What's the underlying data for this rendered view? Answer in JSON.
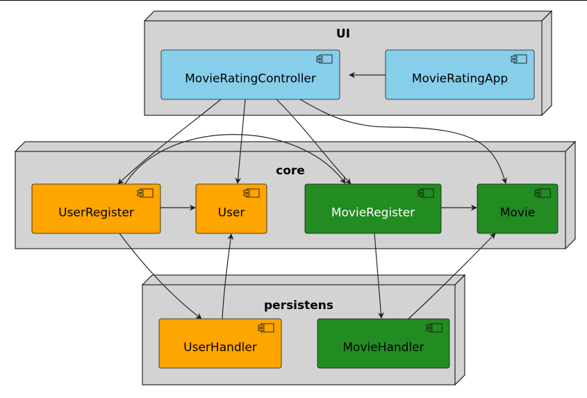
{
  "diagram": {
    "nodes": [
      {
        "id": "ui",
        "title": "UI"
      },
      {
        "id": "core",
        "title": "core"
      },
      {
        "id": "persistens",
        "title": "persistens"
      }
    ],
    "components": [
      {
        "id": "MovieRatingController",
        "label": "MovieRatingController",
        "fill": "#87CEEB",
        "text": "#000000"
      },
      {
        "id": "MovieRatingApp",
        "label": "MovieRatingApp",
        "fill": "#87CEEB",
        "text": "#000000"
      },
      {
        "id": "UserRegister",
        "label": "UserRegister",
        "fill": "#FFA500",
        "text": "#000000"
      },
      {
        "id": "User",
        "label": "User",
        "fill": "#FFA500",
        "text": "#000000"
      },
      {
        "id": "MovieRegister",
        "label": "MovieRegister",
        "fill": "#228B22",
        "text": "#FFFFFF"
      },
      {
        "id": "Movie",
        "label": "Movie",
        "fill": "#228B22",
        "text": "#000000"
      },
      {
        "id": "UserHandler",
        "label": "UserHandler",
        "fill": "#FFA500",
        "text": "#000000"
      },
      {
        "id": "MovieHandler",
        "label": "MovieHandler",
        "fill": "#228B22",
        "text": "#000000"
      }
    ],
    "edges": [
      {
        "from": "MovieRatingApp",
        "to": "MovieRatingController"
      },
      {
        "from": "MovieRatingController",
        "to": "UserRegister"
      },
      {
        "from": "MovieRatingController",
        "to": "User"
      },
      {
        "from": "MovieRatingController",
        "to": "MovieRegister"
      },
      {
        "from": "MovieRatingController",
        "to": "Movie"
      },
      {
        "from": "UserRegister",
        "to": "User"
      },
      {
        "from": "UserRegister",
        "to": "MovieRegister"
      },
      {
        "from": "MovieRegister",
        "to": "Movie"
      },
      {
        "from": "UserRegister",
        "to": "UserHandler"
      },
      {
        "from": "UserHandler",
        "to": "User"
      },
      {
        "from": "MovieRegister",
        "to": "MovieHandler"
      },
      {
        "from": "MovieHandler",
        "to": "Movie"
      }
    ],
    "colors": {
      "node_fill": "#D3D3D3",
      "node_stroke": "#000000",
      "edge": "#222222"
    }
  }
}
